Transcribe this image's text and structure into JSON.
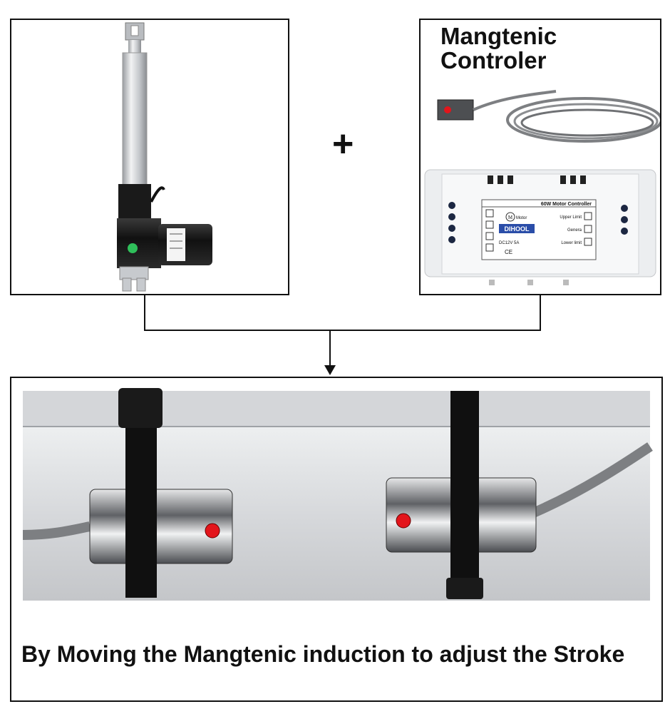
{
  "controller_title": "Mangtenic Controler",
  "plus_sign": "+",
  "caption": "By Moving the Mangtenic induction to adjust the Stroke",
  "controller_panel": {
    "heading": "60W Motor Controller",
    "brand": "DIHOOL",
    "motor_label": "Motor",
    "motor_symbol": "M",
    "voltage": "DC12V 5A",
    "mark": "CE",
    "upper_limit": "Upper Limit",
    "general": "Genera",
    "lower_limit": "Lower limit"
  },
  "colors": {
    "frame": "#111111",
    "aluminum": "#d9dbde",
    "motor": "#1a1a1a",
    "led": "#e3151b",
    "cable": "#7d7f82",
    "chrome": "#6e7073"
  }
}
